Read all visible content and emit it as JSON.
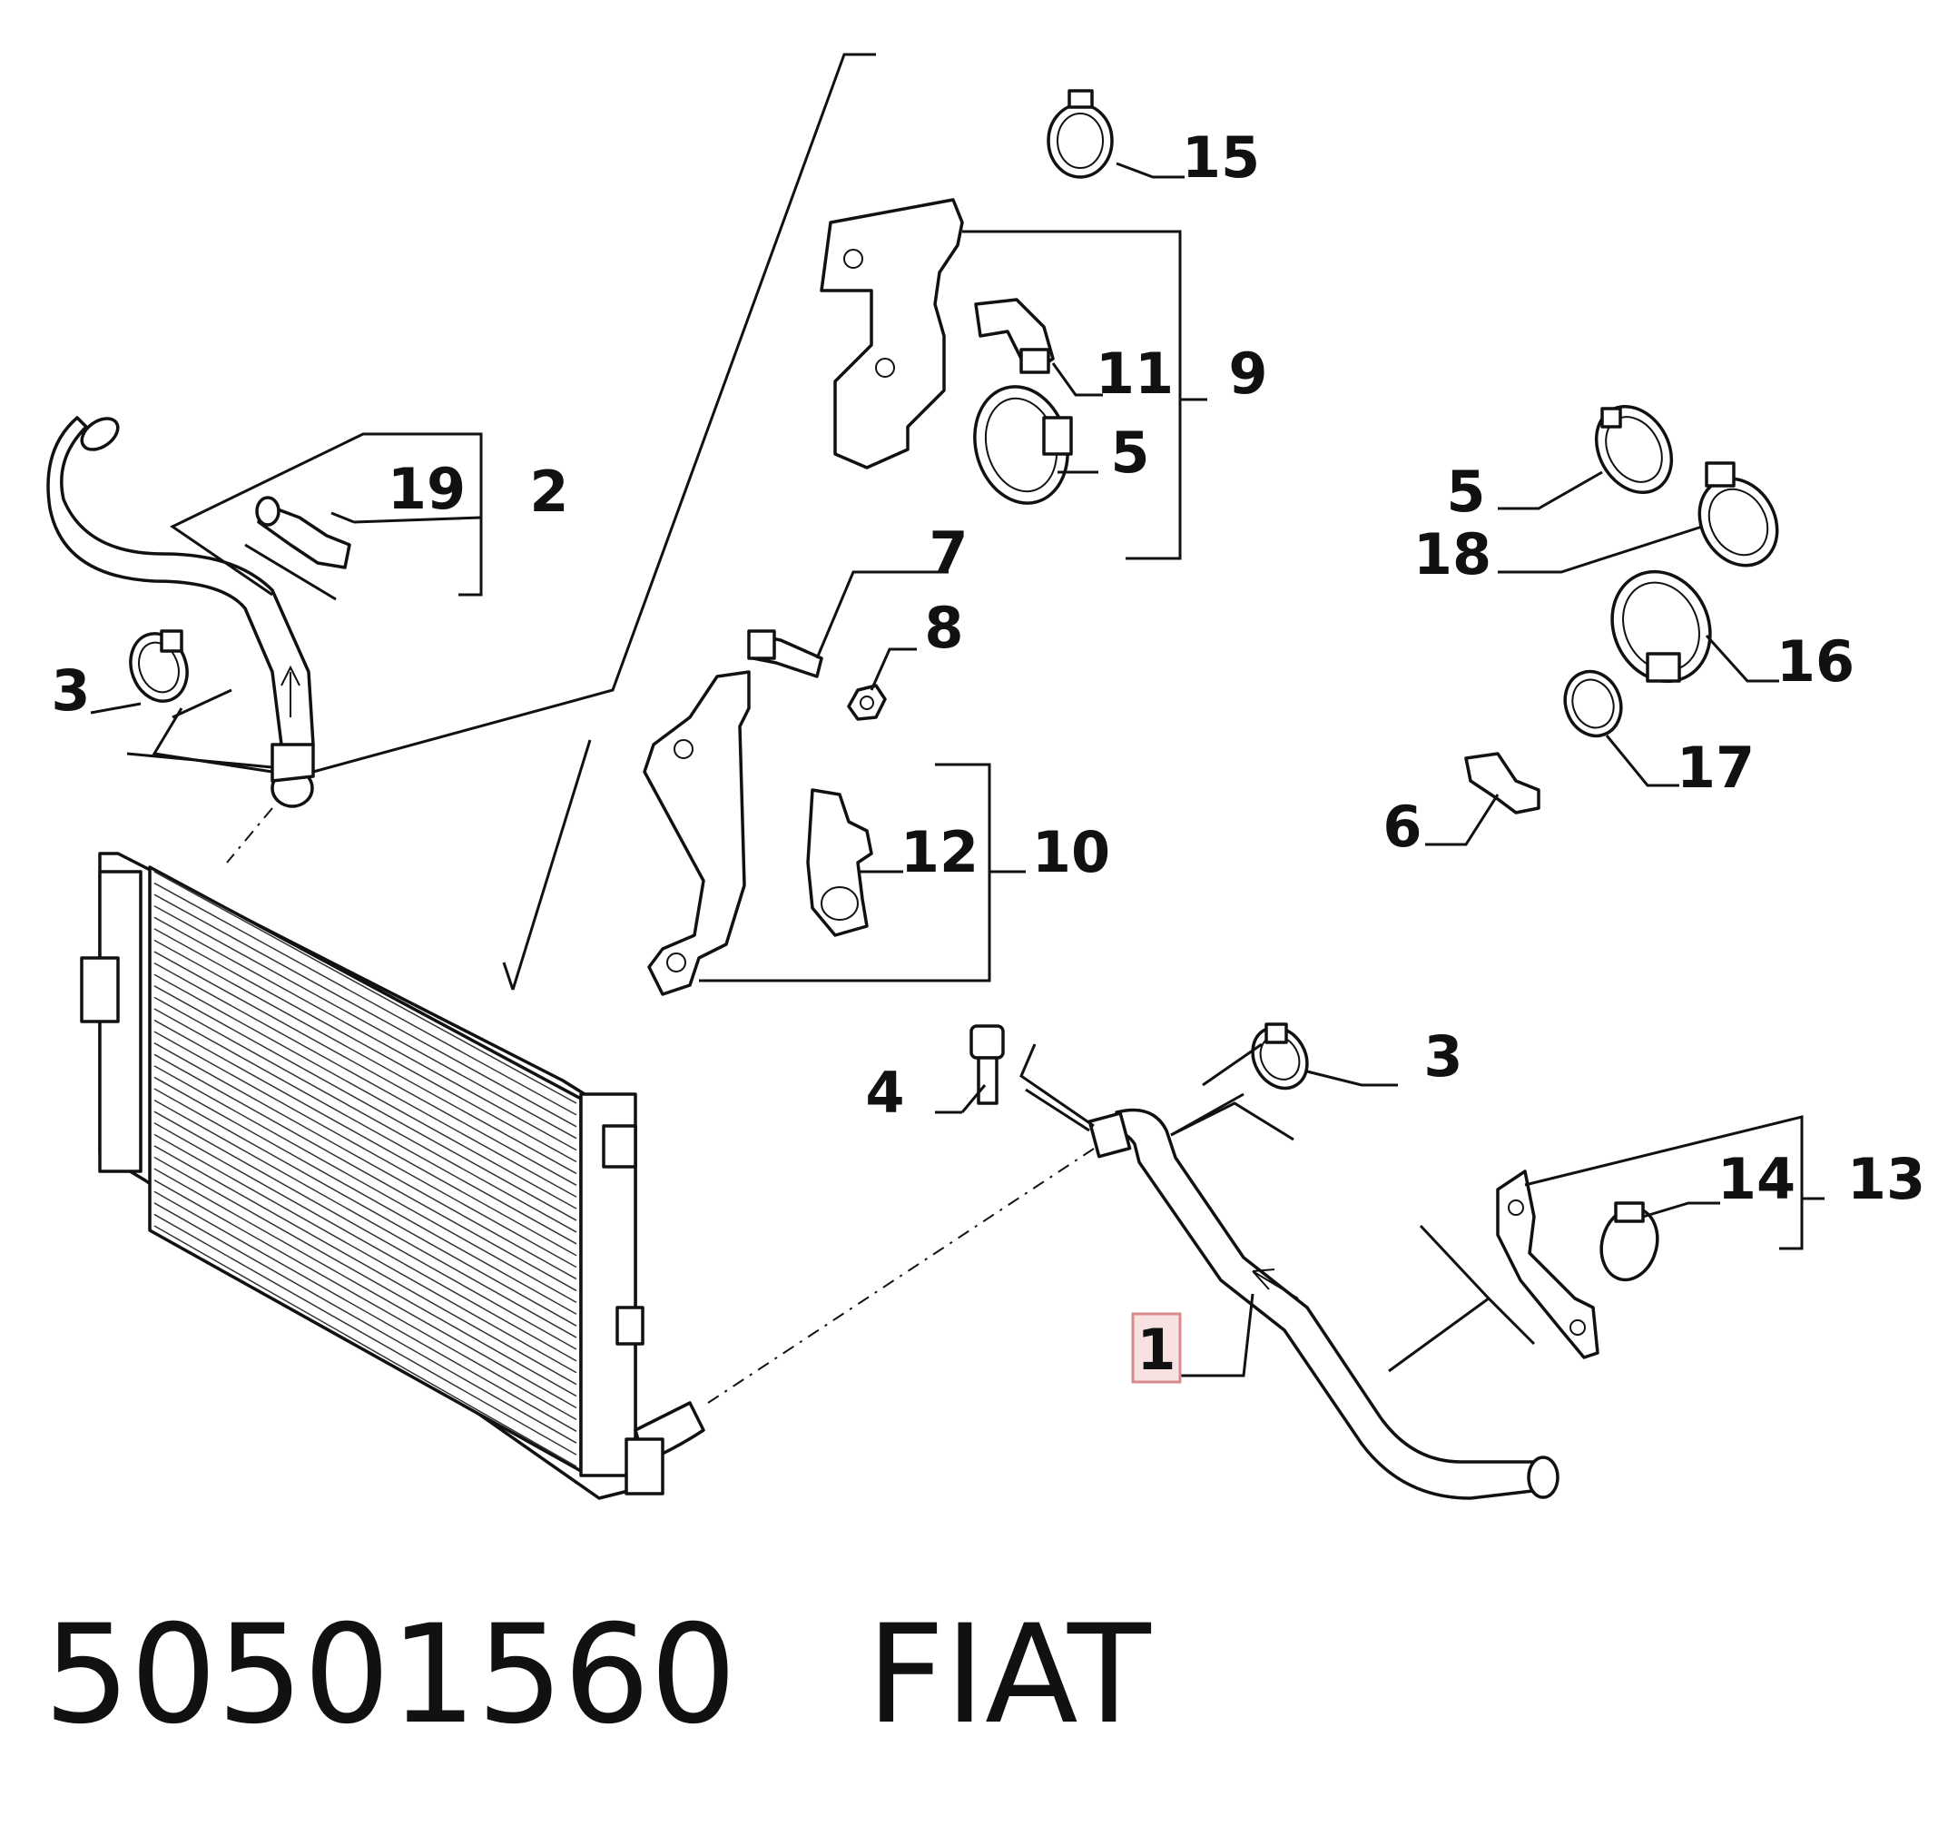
{
  "callouts": {
    "c1": "1",
    "c2": "2",
    "c3a": "3",
    "c3b": "3",
    "c4": "4",
    "c5a": "5",
    "c5b": "5",
    "c6": "6",
    "c7": "7",
    "c8": "8",
    "c9": "9",
    "c10": "10",
    "c11": "11",
    "c12": "12",
    "c13": "13",
    "c14": "14",
    "c15": "15",
    "c16": "16",
    "c17": "17",
    "c18": "18",
    "c19": "19"
  },
  "caption": {
    "part_number": "50501560",
    "brand": "FIAT"
  },
  "highlight_color": "#f8e1e1"
}
